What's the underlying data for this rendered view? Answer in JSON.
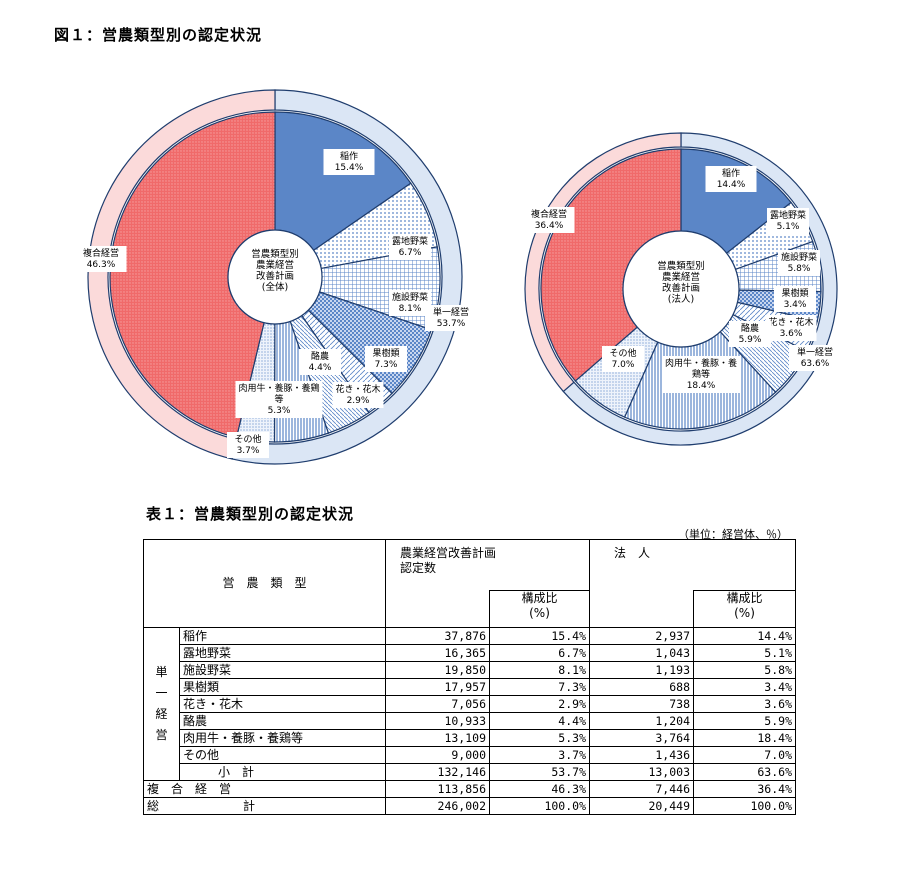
{
  "figure_title": "図１：営農類型別の認定状況",
  "table_title": "表１：営農類型別の認定状況",
  "unit_note": "（単位：経営体、％）",
  "colors": {
    "single": "#5b86c7",
    "single_light": "#dbe6f5",
    "composite": "#f08080",
    "composite_light": "#fbdada"
  },
  "chart_data": [
    {
      "type": "pie",
      "title": "",
      "center_label": "営農類型別\n農業経営\n改善計画\n(全体)",
      "slices": [
        {
          "label": "稲作",
          "value": 15.4,
          "text": "15.4%"
        },
        {
          "label": "露地野菜",
          "value": 6.7,
          "text": "6.7%"
        },
        {
          "label": "施設野菜",
          "value": 8.1,
          "text": "8.1%"
        },
        {
          "label": "果樹類",
          "value": 7.3,
          "text": "7.3%"
        },
        {
          "label": "花き・花木",
          "value": 2.9,
          "text": "2.9%"
        },
        {
          "label": "酪農",
          "value": 4.4,
          "text": "4.4%"
        },
        {
          "label": "肉用牛・養豚・養鶏\n等",
          "value": 5.3,
          "text": "5.3%"
        },
        {
          "label": "その他",
          "value": 3.7,
          "text": "3.7%"
        },
        {
          "label": "複合経営",
          "value": 46.3,
          "text": "46.3%"
        }
      ],
      "outer_ring": [
        {
          "label": "単一経営",
          "value": 53.7,
          "text": "53.7%"
        },
        {
          "label": "複合経営",
          "value": 46.3,
          "text": ""
        }
      ]
    },
    {
      "type": "pie",
      "title": "",
      "center_label": "営農類型別\n農業経営\n改善計画\n(法人)",
      "slices": [
        {
          "label": "稲作",
          "value": 14.4,
          "text": "14.4%"
        },
        {
          "label": "露地野菜",
          "value": 5.1,
          "text": "5.1%"
        },
        {
          "label": "施設野菜",
          "value": 5.8,
          "text": "5.8%"
        },
        {
          "label": "果樹類",
          "value": 3.4,
          "text": "3.4%"
        },
        {
          "label": "花き・花木",
          "value": 3.6,
          "text": "3.6%"
        },
        {
          "label": "酪農",
          "value": 5.9,
          "text": "5.9%"
        },
        {
          "label": "肉用牛・養豚・養\n鶏等",
          "value": 18.4,
          "text": "18.4%"
        },
        {
          "label": "その他",
          "value": 7.0,
          "text": "7.0%"
        },
        {
          "label": "複合経営",
          "value": 36.4,
          "text": "36.4%"
        }
      ],
      "outer_ring": [
        {
          "label": "単一経営",
          "value": 63.6,
          "text": "63.6%"
        },
        {
          "label": "複合経営",
          "value": 36.4,
          "text": ""
        }
      ]
    },
    {
      "type": "table",
      "header": {
        "type_col": "営　農　類　型",
        "total_col": "農業経営改善計画\n認定数",
        "corp_col": "法　人",
        "ratio_label": "構成比\n(%)"
      },
      "single_group_label": "単一経営",
      "rows": [
        {
          "name": "稲作",
          "count": "37,876",
          "ratio": "15.4%",
          "corp": "2,937",
          "corp_ratio": "14.4%"
        },
        {
          "name": "露地野菜",
          "count": "16,365",
          "ratio": "6.7%",
          "corp": "1,043",
          "corp_ratio": "5.1%"
        },
        {
          "name": "施設野菜",
          "count": "19,850",
          "ratio": "8.1%",
          "corp": "1,193",
          "corp_ratio": "5.8%"
        },
        {
          "name": "果樹類",
          "count": "17,957",
          "ratio": "7.3%",
          "corp": "688",
          "corp_ratio": "3.4%"
        },
        {
          "name": "花き・花木",
          "count": "7,056",
          "ratio": "2.9%",
          "corp": "738",
          "corp_ratio": "3.6%"
        },
        {
          "name": "酪農",
          "count": "10,933",
          "ratio": "4.4%",
          "corp": "1,204",
          "corp_ratio": "5.9%"
        },
        {
          "name": "肉用牛・養豚・養鶏等",
          "count": "13,109",
          "ratio": "5.3%",
          "corp": "3,764",
          "corp_ratio": "18.4%"
        },
        {
          "name": "その他",
          "count": "9,000",
          "ratio": "3.7%",
          "corp": "1,436",
          "corp_ratio": "7.0%"
        }
      ],
      "subtotal": {
        "name": "小　計",
        "count": "132,146",
        "ratio": "53.7%",
        "corp": "13,003",
        "corp_ratio": "63.6%"
      },
      "composite": {
        "name": "複　合　経　営",
        "count": "113,856",
        "ratio": "46.3%",
        "corp": "7,446",
        "corp_ratio": "36.4%"
      },
      "total": {
        "name": "総　　　　　　　計",
        "count": "246,002",
        "ratio": "100.0%",
        "corp": "20,449",
        "corp_ratio": "100.0%"
      }
    }
  ]
}
